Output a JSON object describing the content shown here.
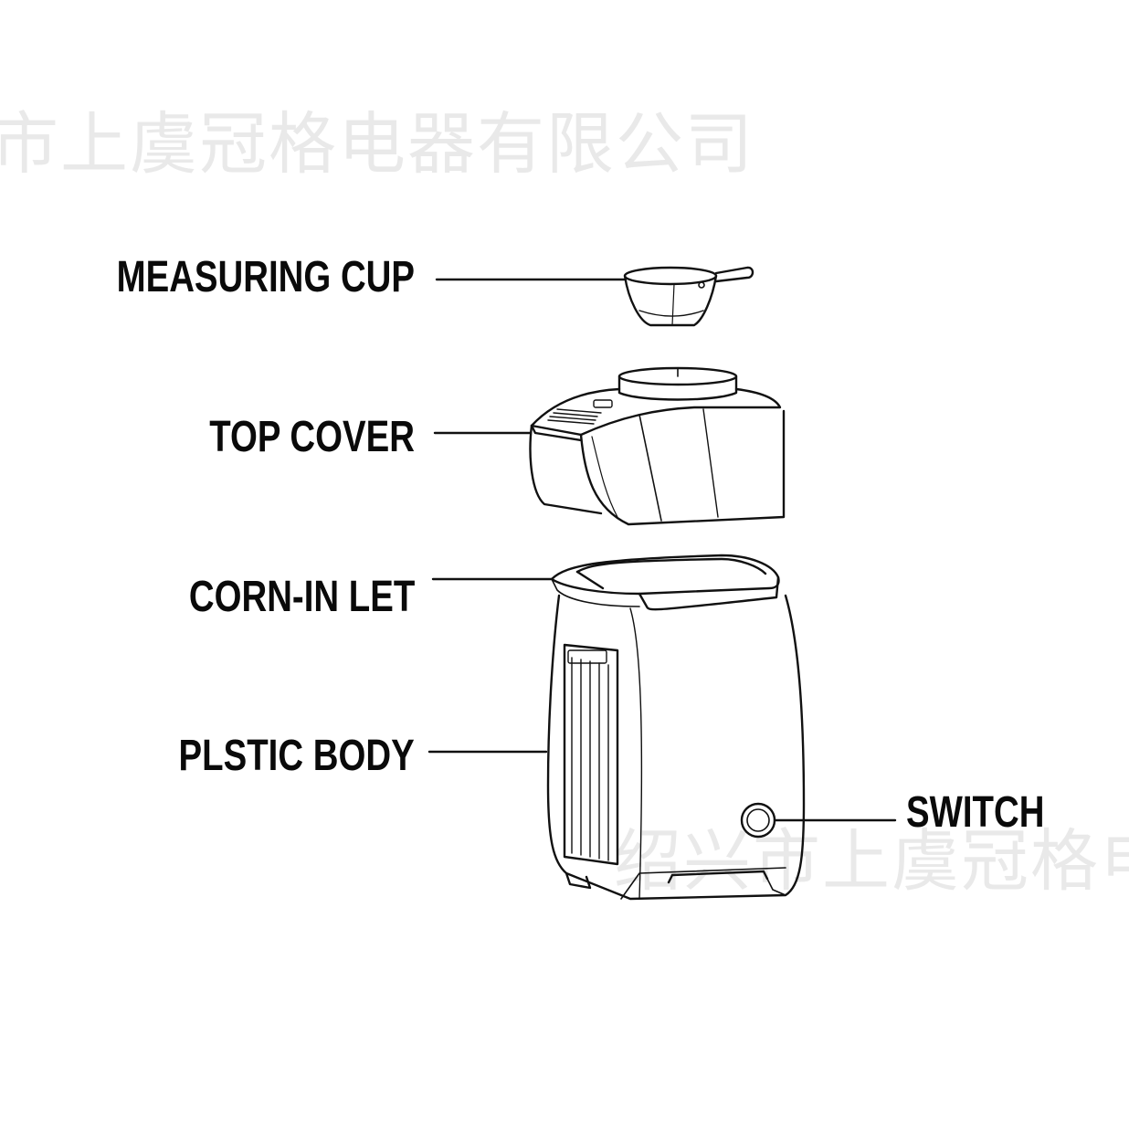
{
  "watermark": {
    "top": "市上虞冠格电器有限公司",
    "bottom": "绍兴市上虞冠格电"
  },
  "labels": {
    "measuring_cup": "MEASURING CUP",
    "top_cover": "TOP COVER",
    "corn_inlet": "CORN-IN LET",
    "plastic_body": "PLSTIC BODY",
    "switch": "SWITCH"
  },
  "colors": {
    "line": "#111111",
    "watermark": "#e9e9e9",
    "background": "#ffffff"
  }
}
